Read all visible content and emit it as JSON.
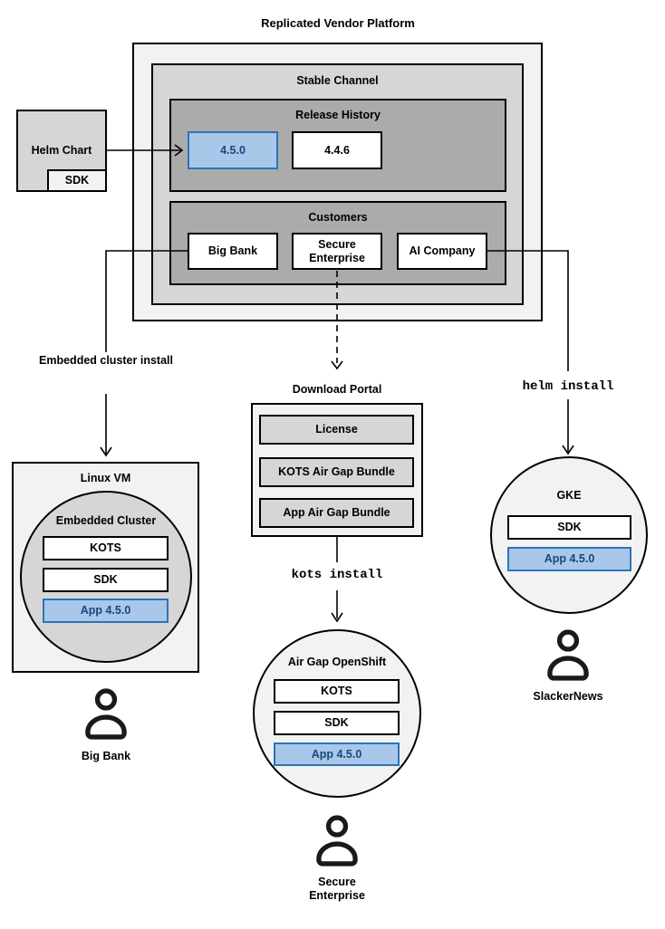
{
  "platform": {
    "title": "Replicated Vendor Platform",
    "stable_channel_title": "Stable Channel",
    "release_history_title": "Release History",
    "releases": [
      {
        "label": "4.5.0",
        "highlighted": true
      },
      {
        "label": "4.4.6",
        "highlighted": false
      }
    ],
    "customers_title": "Customers",
    "customers": [
      "Big Bank",
      "Secure Enterprise",
      "AI Company"
    ]
  },
  "helm_chart": {
    "label": "Helm Chart",
    "sdk_label": "SDK"
  },
  "left_flow": {
    "install_label": "Embedded cluster install",
    "vm_label": "Linux VM",
    "cluster_label": "Embedded Cluster",
    "components": [
      "KOTS",
      "SDK",
      "App 4.5.0"
    ],
    "user_label": "Big Bank"
  },
  "middle_flow": {
    "portal_label": "Download Portal",
    "portal_items": [
      "License",
      "KOTS Air Gap Bundle",
      "App Air Gap Bundle"
    ],
    "install_command": "kots install",
    "cluster_label": "Air Gap OpenShift",
    "components": [
      "KOTS",
      "SDK",
      "App 4.5.0"
    ],
    "user_label": "Secure Enterprise"
  },
  "right_flow": {
    "install_command": "helm install",
    "cluster_label": "GKE",
    "components": [
      "SDK",
      "App 4.5.0"
    ],
    "user_label": "SlackerNews"
  },
  "colors": {
    "accent_blue_fill": "#a9c7e9",
    "accent_blue_border": "#2d74b5",
    "accent_blue_text": "#17477e",
    "gray_light": "#f2f2f2",
    "gray_medium": "#d6d6d6",
    "gray_dark": "#ababab",
    "line": "#000000"
  }
}
